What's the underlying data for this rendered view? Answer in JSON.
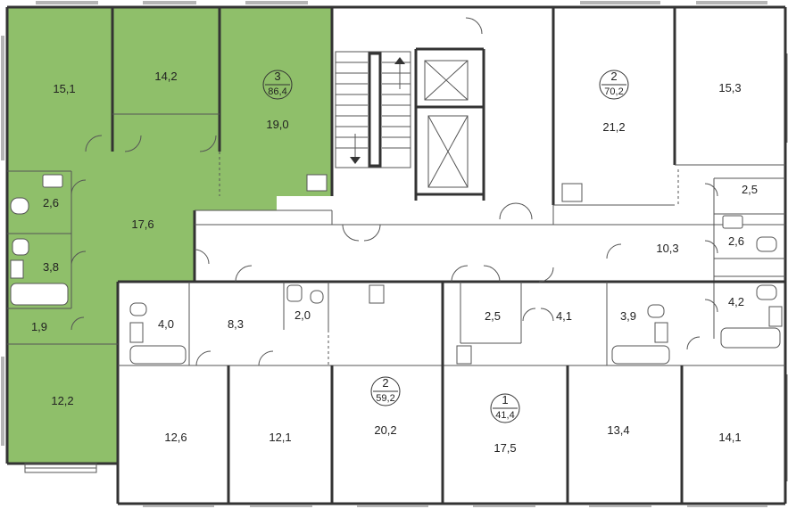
{
  "colors": {
    "selected_apartment": "#8fbf6a",
    "walls": "#333333",
    "background": "#ffffff"
  },
  "apartments": [
    {
      "id": "apt-3",
      "rooms": "3",
      "total_area": "86,4",
      "selected": true
    },
    {
      "id": "apt-2-right",
      "rooms": "2",
      "total_area": "70,2",
      "selected": false
    },
    {
      "id": "apt-2-center",
      "rooms": "2",
      "total_area": "59,2",
      "selected": false
    },
    {
      "id": "apt-1",
      "rooms": "1",
      "total_area": "41,4",
      "selected": false
    }
  ],
  "room_areas": {
    "r_15_1": "15,1",
    "r_14_2": "14,2",
    "r_19_0": "19,0",
    "r_2_6_left": "2,6",
    "r_17_6": "17,6",
    "r_3_8": "3,8",
    "r_1_9": "1,9",
    "r_12_2": "12,2",
    "r_21_2": "21,2",
    "r_15_3": "15,3",
    "r_2_5_right": "2,5",
    "r_2_6_right": "2,6",
    "r_10_3": "10,3",
    "r_4_2": "4,2",
    "r_14_1": "14,1",
    "r_4_0": "4,0",
    "r_8_3": "8,3",
    "r_2_0": "2,0",
    "r_12_6": "12,6",
    "r_12_1": "12,1",
    "r_20_2": "20,2",
    "r_2_5_mid": "2,5",
    "r_4_1": "4,1",
    "r_3_9": "3,9",
    "r_17_5": "17,5",
    "r_13_4": "13,4"
  }
}
